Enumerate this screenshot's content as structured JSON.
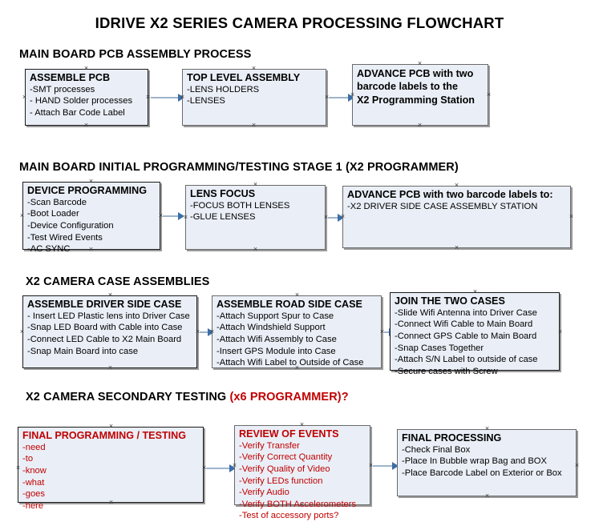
{
  "document": {
    "title": "IDRIVE X2  SERIES CAMERA PROCESSING FLOWCHART"
  },
  "colors": {
    "box_fill": "#eaeff7",
    "box_border": "#1a1a1a",
    "connector": "#9eb4cd",
    "arrow": "#3b6ea8",
    "accent_red": "#c00000",
    "text": "#000000"
  },
  "sections": [
    {
      "id": "main-board-pcb-assembly",
      "heading": "MAIN BOARD PCB ASSEMBLY PROCESS",
      "heading_accent": "",
      "boxes": [
        {
          "id": "assemble-pcb",
          "title": "ASSEMBLE PCB",
          "lines": [
            "-SMT processes",
            "- HAND Solder processes",
            "- Attach Bar Code Label"
          ]
        },
        {
          "id": "top-level-assembly",
          "title": "TOP LEVEL ASSEMBLY",
          "lines": [
            "-LENS HOLDERS",
            "-LENSES"
          ]
        },
        {
          "id": "advance-pcb-programming-station",
          "title_lines": [
            "ADVANCE PCB with two",
            "barcode labels to the",
            " X2 Programming Station"
          ],
          "lines": []
        }
      ]
    },
    {
      "id": "main-board-initial-programming",
      "heading": "MAIN BOARD INITIAL PROGRAMMING/TESTING STAGE 1 (X2 PROGRAMMER)",
      "heading_accent": "",
      "boxes": [
        {
          "id": "device-programming",
          "title": "DEVICE PROGRAMMING",
          "lines": [
            "-Scan Barcode",
            "-Boot Loader",
            "-Device Configuration",
            "-Test Wired Events",
            "-AC SYNC"
          ]
        },
        {
          "id": "lens-focus",
          "title": "LENS FOCUS",
          "lines": [
            "-FOCUS BOTH LENSES",
            "-GLUE LENSES"
          ]
        },
        {
          "id": "advance-pcb-driver-side-case",
          "title": "ADVANCE PCB with two barcode labels to:",
          "lines": [
            "-X2 DRIVER  SIDE  CASE  ASSEMBLY STATION"
          ]
        }
      ]
    },
    {
      "id": "x2-camera-case-assemblies",
      "heading": "X2 CAMERA CASE ASSEMBLIES",
      "heading_accent": "",
      "boxes": [
        {
          "id": "assemble-driver-side-case",
          "title": "ASSEMBLE DRIVER SIDE CASE",
          "lines": [
            "- Insert LED Plastic lens into Driver Case",
            "-Snap LED Board with Cable into Case",
            "-Connect LED Cable to X2 Main Board",
            "-Snap Main Board into case"
          ]
        },
        {
          "id": "assemble-road-side-case",
          "title": "ASSEMBLE ROAD SIDE CASE",
          "lines": [
            "-Attach Support Spur to Case",
            "-Attach Windshield Support",
            "-Attach Wifi Assembly to Case",
            "-Insert GPS Module into Case",
            "-Attach Wifi Label to Outside of Case"
          ]
        },
        {
          "id": "join-the-two-cases",
          "title": "JOIN THE TWO CASES",
          "lines": [
            "-Slide Wifi Antenna into Driver Case",
            "-Connect Wifi Cable to Main Board",
            "-Connect GPS Cable to Main Board",
            "-Snap Cases Together",
            "-Attach S/N Label to outside of case",
            "-Secure cases with Screw"
          ]
        }
      ]
    },
    {
      "id": "x2-camera-secondary-testing",
      "heading": "X2 CAMERA SECONDARY TESTING ",
      "heading_accent": "(x6 PROGRAMMER)?",
      "boxes": [
        {
          "id": "final-programming-testing",
          "title": "FINAL PROGRAMMING / TESTING",
          "lines": [
            "-need",
            "-to",
            "-know",
            "-what",
            "-goes",
            "-here"
          ]
        },
        {
          "id": "review-of-events",
          "title": "REVIEW OF EVENTS",
          "lines": [
            "-Verify Transfer",
            "-Verify Correct Quantity",
            "-Verify Quality of Video",
            "-Verify LEDs function",
            "-Verify Audio",
            "-Verify BOTH Accelerometers",
            "-Test of accessory ports?"
          ]
        },
        {
          "id": "final-processing",
          "title": "FINAL PROCESSING",
          "lines": [
            "-Check Final Box",
            "-Place In Bubble wrap Bag and BOX",
            "-Place Barcode Label on Exterior or Box"
          ]
        }
      ]
    }
  ]
}
